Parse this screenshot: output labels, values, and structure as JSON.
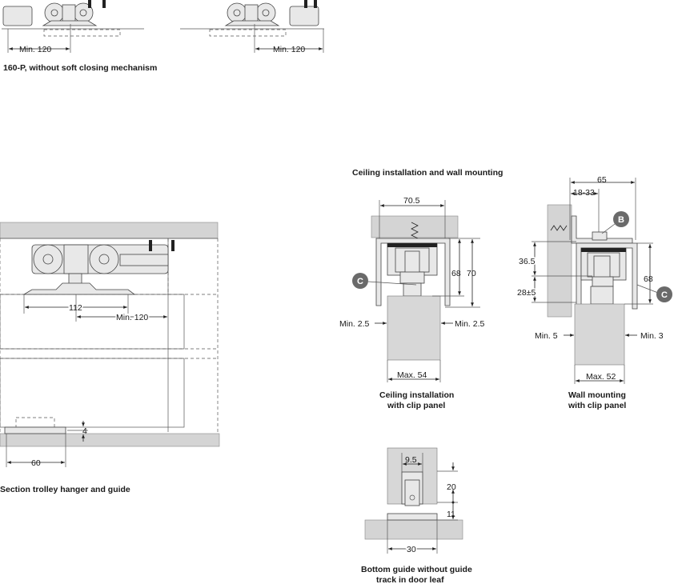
{
  "captions": {
    "top_mechanism": "160-P, without soft closing mechanism",
    "section": "Section trolley hanger and guide",
    "ceiling_header": "Ceiling installation and wall mounting",
    "ceiling_line1": "Ceiling installation",
    "ceiling_line2": "with clip panel",
    "wall_line1": "Wall mounting",
    "wall_line2": "with clip panel",
    "bottom_line1": "Bottom guide without guide",
    "bottom_line2": "track in door leaf"
  },
  "dimensions": {
    "top_left_min": "Min. 120",
    "top_right_min": "Min. 120",
    "section_112": "112",
    "section_min120": "Min. 120",
    "section_4": "4",
    "section_60": "60",
    "ceiling_width": "70.5",
    "ceiling_68": "68",
    "ceiling_70": "70",
    "ceiling_min_left": "Min. 2.5",
    "ceiling_min_right": "Min. 2.5",
    "ceiling_max": "Max. 54",
    "wall_65": "65",
    "wall_18_33": "18-33",
    "wall_36_5": "36.5",
    "wall_28": "28±5",
    "wall_68": "68",
    "wall_min5": "Min. 5",
    "wall_min3": "Min. 3",
    "wall_max": "Max. 52",
    "bottom_9_5": "9.5",
    "bottom_20": "20",
    "bottom_11": "11",
    "bottom_30": "30"
  },
  "markers": {
    "c_ceiling": "C",
    "b_wall": "B",
    "c_wall": "C"
  }
}
